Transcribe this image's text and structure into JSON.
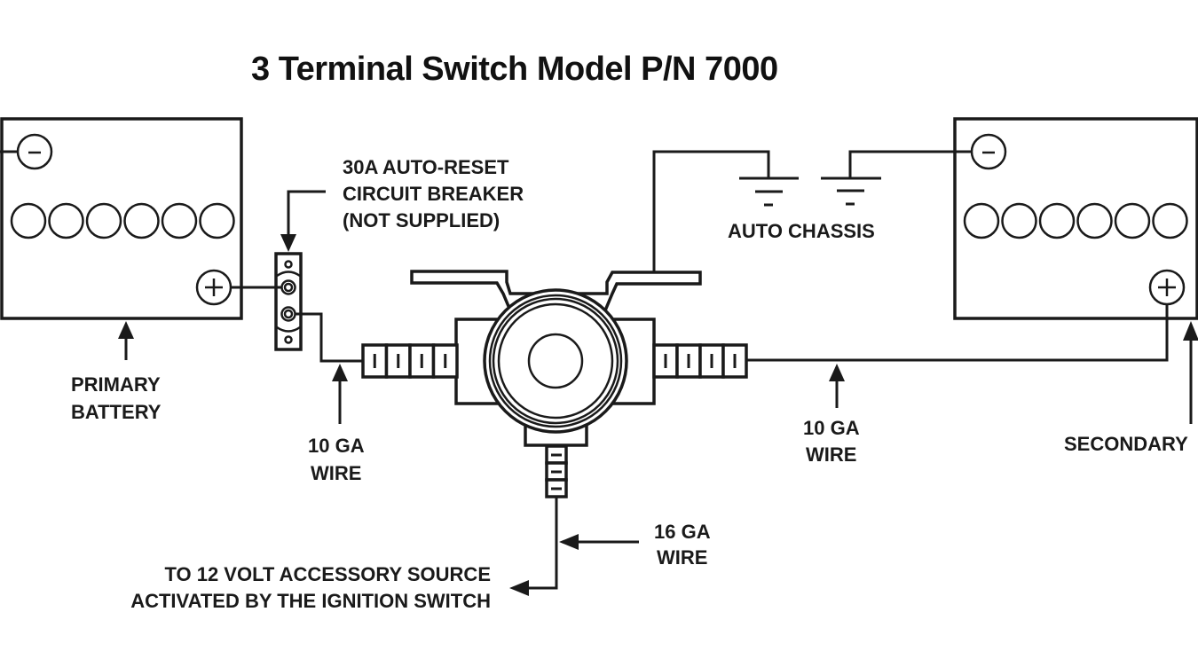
{
  "title": "3 Terminal Switch Model P/N 7000",
  "primary_battery": {
    "label_line1": "PRIMARY",
    "label_line2": "BATTERY",
    "negative_symbol": "−",
    "positive_symbol": "+",
    "cell_count": 6
  },
  "secondary_battery": {
    "label_line1": "SECONDARY",
    "negative_symbol": "−",
    "positive_symbol": "+",
    "cell_count": 6
  },
  "circuit_breaker": {
    "label_line1": "30A AUTO-RESET",
    "label_line2": "CIRCUIT BREAKER",
    "label_line3": "(NOT SUPPLIED)"
  },
  "ground": {
    "label": "AUTO CHASSIS"
  },
  "wires": {
    "left_line1": "10 GA",
    "left_line2": "WIRE",
    "right_line1": "10 GA",
    "right_line2": "WIRE",
    "bottom_line1": "16 GA",
    "bottom_line2": "WIRE"
  },
  "accessory": {
    "line1": "TO 12 VOLT ACCESSORY SOURCE",
    "line2": "ACTIVATED BY THE IGNITION SWITCH"
  }
}
